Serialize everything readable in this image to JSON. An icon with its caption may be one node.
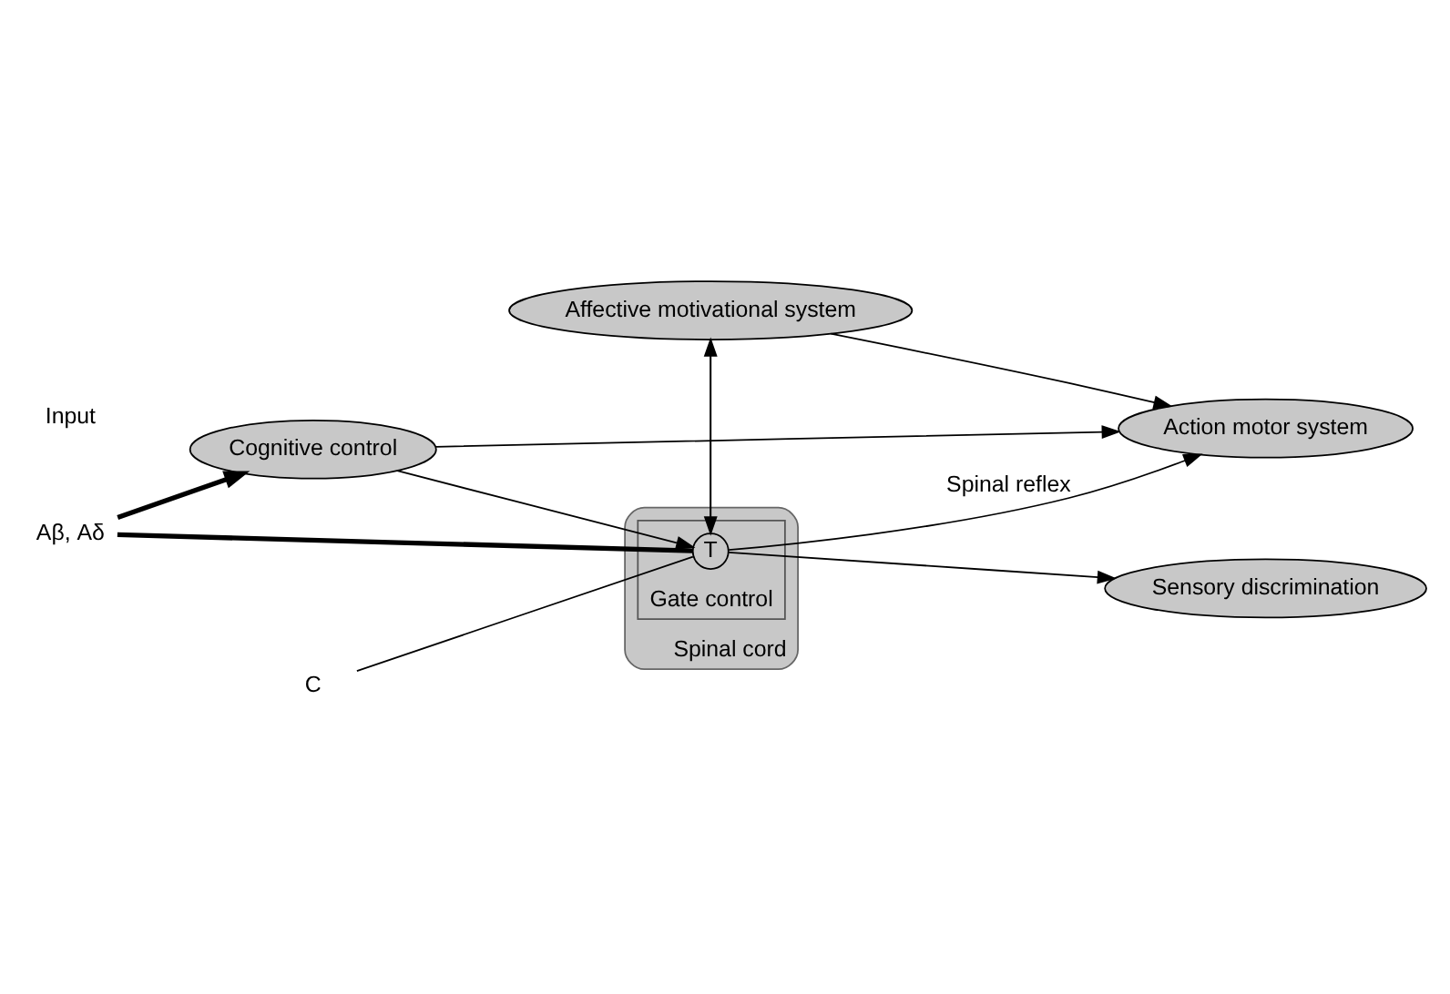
{
  "diagram": {
    "nodes": [
      {
        "text": [
          "Cognitive control"
        ]
      },
      {
        "text": [
          "Sensory discrimination"
        ]
      },
      {
        "text": [
          "Affective motivational system"
        ]
      },
      {
        "text": [
          "Spinal cord"
        ]
      },
      {
        "text": [
          "Gate control"
        ],
        "in": 3
      },
      {
        "text": [
          "T"
        ],
        "in": 4
      },
      {
        "text": [
          "Action motor system"
        ]
      },
      {
        "text": [
          "Aβ, Aδ"
        ]
      },
      {
        "text": [
          "C"
        ]
      }
    ],
    "edges": [
      {
        "from": 7,
        "to": 5,
        "arrow": "none",
        "style": "thick"
      },
      {
        "from": 7,
        "to": 0,
        "arrow": "to",
        "style": "thick"
      },
      {
        "from": 8,
        "to": 5,
        "arrow": "none"
      },
      {
        "from": 0,
        "to": 5,
        "arrow": "to"
      },
      {
        "from": 5,
        "to": 1,
        "arrow": "to"
      },
      {
        "from": 5,
        "to": 2,
        "arrow": "to"
      },
      {
        "from": 2,
        "to": 5,
        "arrow": "to"
      },
      {
        "from": 5,
        "to": 6,
        "label": "Spinal reflex",
        "arrow": "to"
      },
      {
        "from": 2,
        "to": 6,
        "arrow": "to"
      },
      {
        "from": 0,
        "to": 6,
        "arrow": "to"
      }
    ],
    "labels": [
      "Input"
    ]
  }
}
